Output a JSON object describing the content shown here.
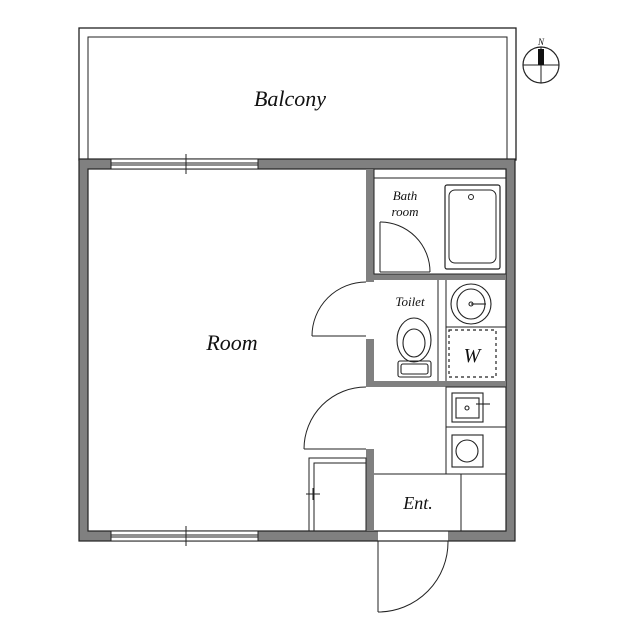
{
  "rooms": {
    "balcony": "Balcony",
    "room": "Room",
    "bath_line1": "Bath",
    "bath_line2": "room",
    "toilet": "Toilet",
    "washer": "W",
    "entrance": "Ent."
  },
  "compass": {
    "north": "N"
  },
  "colors": {
    "wall": "#808080",
    "line": "#222222",
    "background": "#ffffff"
  }
}
